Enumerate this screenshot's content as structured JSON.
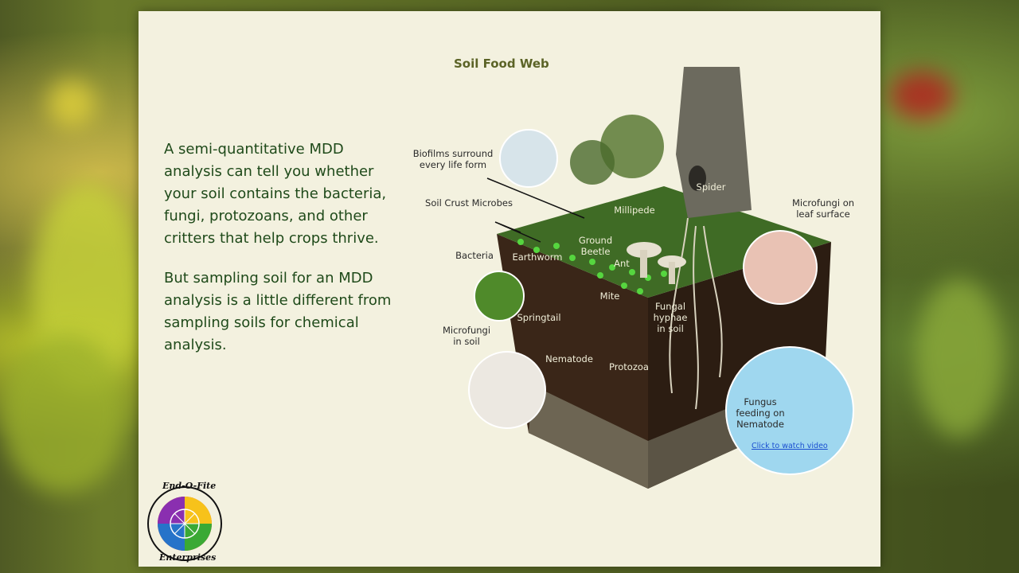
{
  "slide": {
    "paragraphs": [
      "A semi-quantitative MDD analysis can tell you whether your soil contains the bacteria, fungi, protozoans, and other critters that help crops thrive.",
      "But sampling soil for an MDD analysis is a little different from sampling soils for chemical analysis."
    ]
  },
  "diagram": {
    "title": "Soil Food Web",
    "labels": {
      "biofilms": "Biofilms surround every life form",
      "soil_crust": "Soil Crust Microbes",
      "millipede": "Millipede",
      "spider": "Spider",
      "microfungi_leaf": "Microfungi on leaf surface",
      "bacteria": "Bacteria",
      "earthworm": "Earthworm",
      "ground_beetle": "Ground Beetle",
      "ant": "Ant",
      "mite": "Mite",
      "fungal_hyphae": "Fungal hyphae in soil",
      "springtail": "Springtail",
      "microfungi_soil": "Microfungi in soil",
      "nematode": "Nematode",
      "protozoa": "Protozoa",
      "fungus_nematode": "Fungus feeding on Nematode",
      "video_link": "Click to watch video"
    }
  },
  "logo": {
    "top_text": "End-O-Fite",
    "bottom_text": "Enterprises"
  }
}
